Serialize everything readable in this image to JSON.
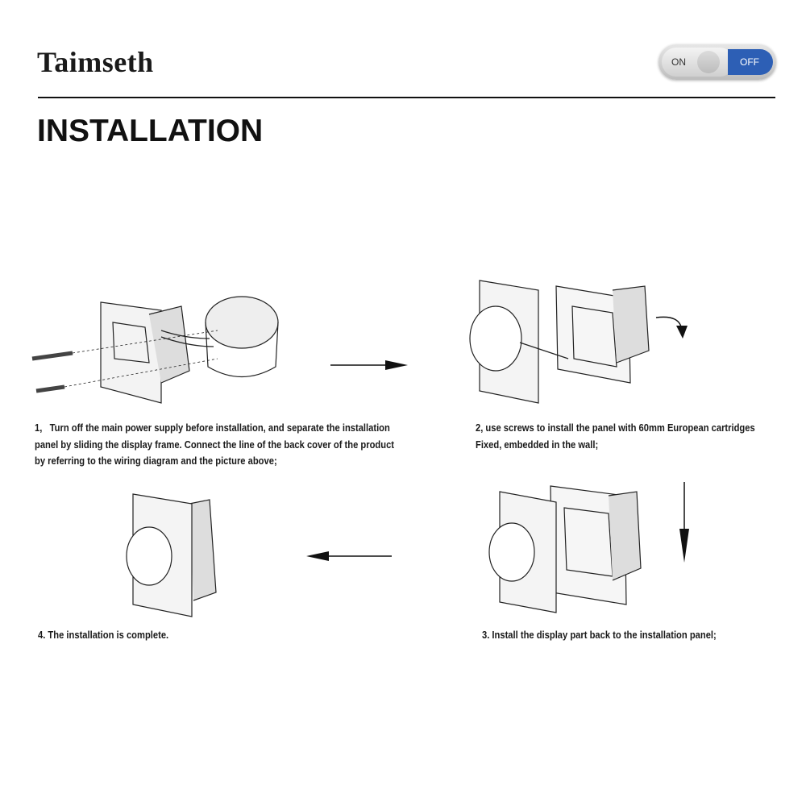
{
  "brand": {
    "name": "Taimseth"
  },
  "toggle": {
    "on_label": "ON",
    "off_label": "OFF",
    "state": "off",
    "accent": "#2d5fb5"
  },
  "heading": "INSTALLATION",
  "steps": [
    {
      "lines": [
        "1,   Turn off the main power supply before installation, and separate the installation",
        "panel by sliding the display frame. Connect the line of the back cover of the product",
        "by referring to the wiring diagram and the picture above;"
      ]
    },
    {
      "lines": [
        "2, use screws to install the panel with 60mm European cartridges",
        "Fixed, embedded in the wall;"
      ]
    },
    {
      "lines": [
        "3. Install the display part back to the installation panel;"
      ]
    },
    {
      "lines": [
        "4. The installation is complete."
      ]
    }
  ]
}
